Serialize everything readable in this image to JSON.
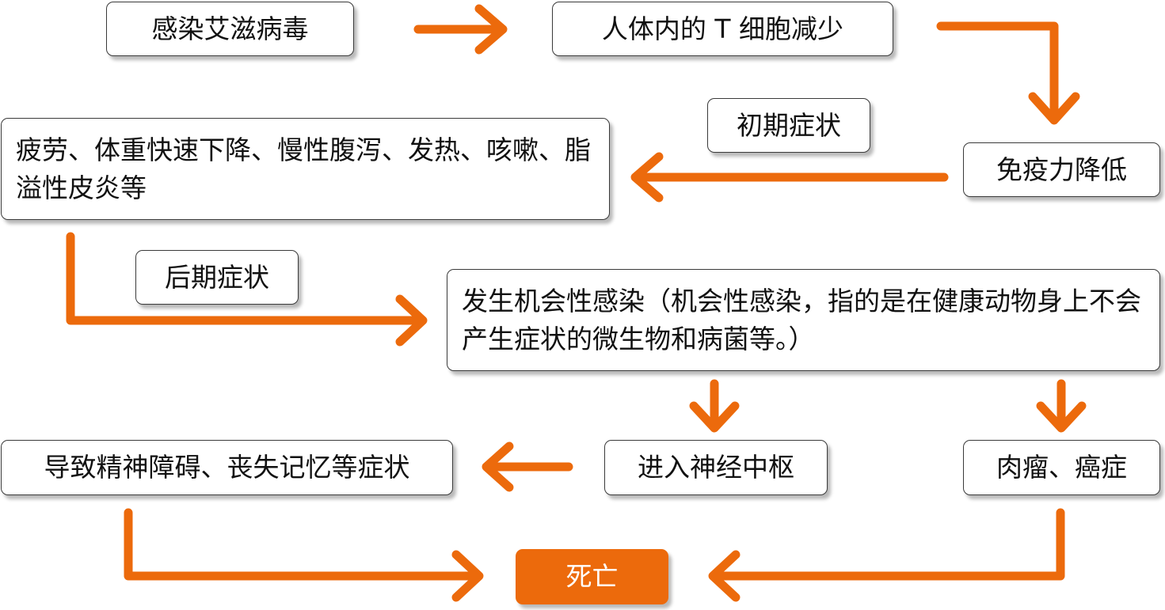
{
  "colors": {
    "accent": "#EC6A0C",
    "box_border": "#3a3a3a",
    "text": "#111111"
  },
  "nodes": {
    "infection": "感染艾滋病毒",
    "t_cells": "人体内的 T 细胞减少",
    "immunity": "免疫力降低",
    "early_label": "初期症状",
    "early_symptoms": "疲劳、体重快速下降、慢性腹泻、发热、咳嗽、脂溢性皮炎等",
    "late_label": "后期症状",
    "opportunistic": "发生机会性感染（机会性感染，指的是在健康动物身上不会产生症状的微生物和病菌等。）",
    "cns": "进入神经中枢",
    "tumor": "肉瘤、癌症",
    "mental": "导致精神障碍、丧失记忆等症状",
    "death": "死亡"
  }
}
